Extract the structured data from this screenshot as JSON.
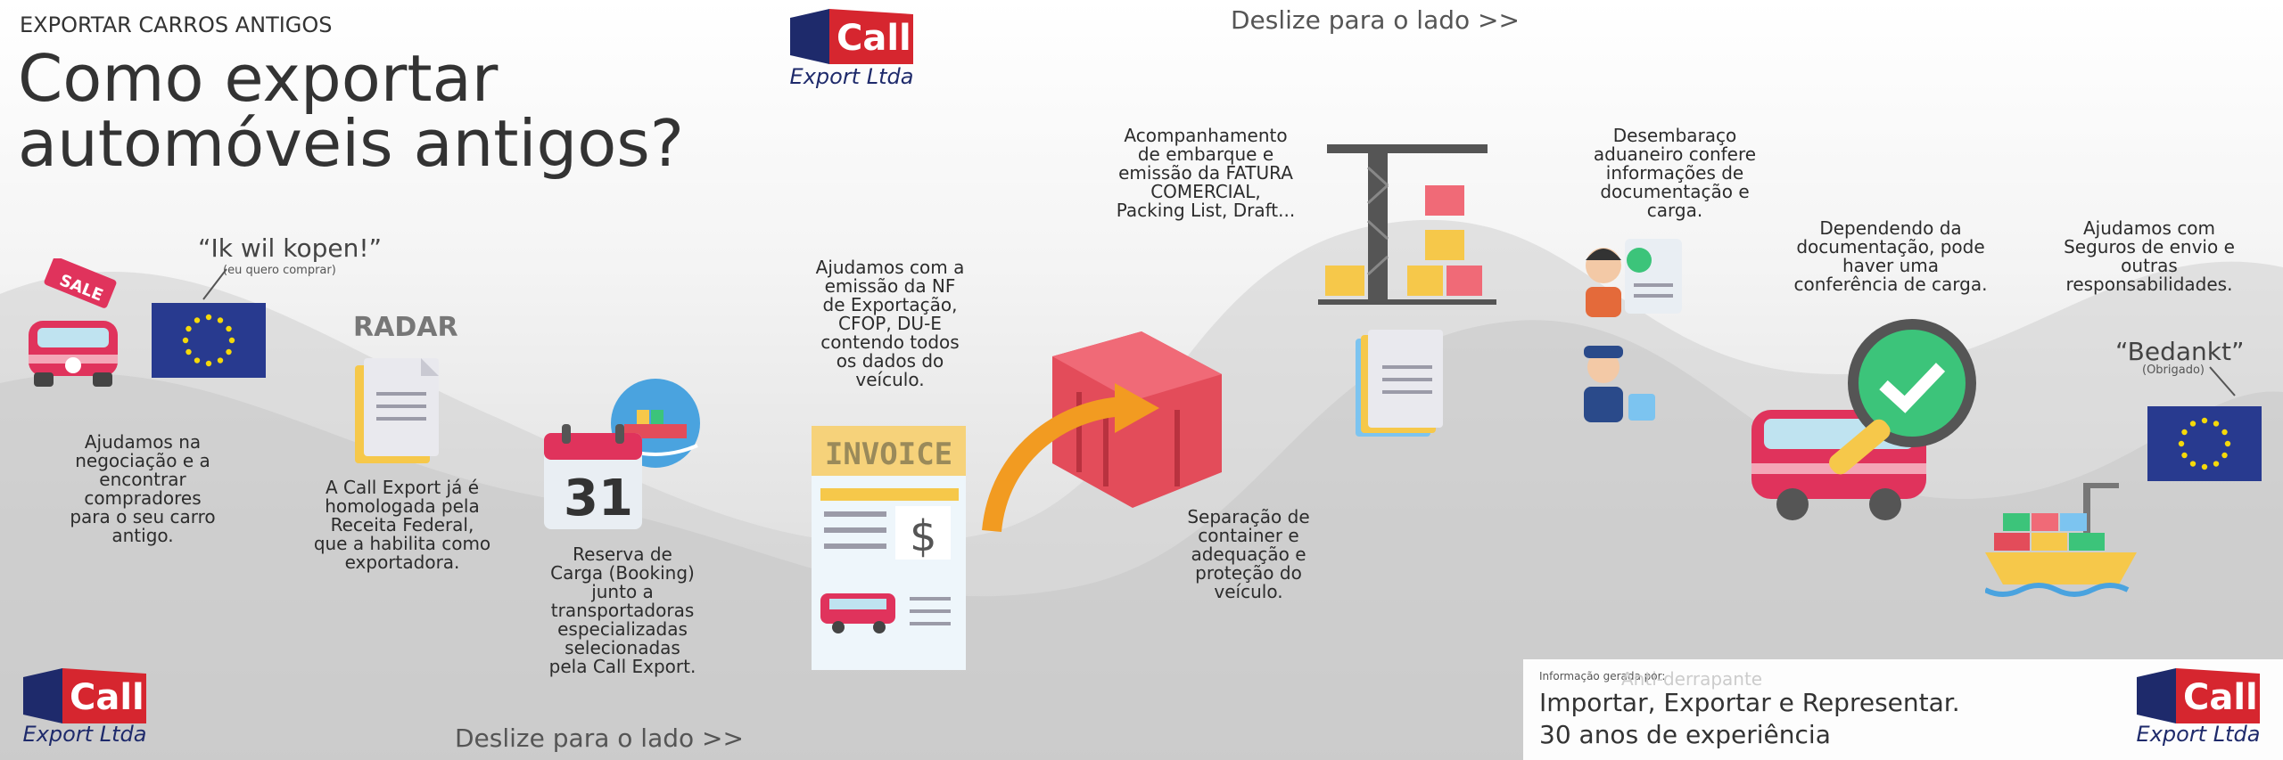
{
  "header": {
    "kicker": "EXPORTAR CARROS ANTIGOS",
    "title_line1": "Como exportar",
    "title_line2": "automóveis antigos?"
  },
  "logos": {
    "word": "Call",
    "sub": "Export Ltda"
  },
  "swipe_top": "Deslize para o lado >>",
  "swipe_bottom": "Deslize para o lado >>",
  "steps": {
    "quote1": "“Ik wil kopen!”",
    "quote1_sub": "(eu quero comprar)",
    "sale_tag": "SALE",
    "step1": [
      "Ajudamos na",
      "negociação e a",
      "encontrar",
      "compradores",
      "para o seu carro",
      "antigo."
    ],
    "radar": "RADAR",
    "step2": [
      "A Call Export já é",
      "homologada pela",
      "Receita Federal,",
      "que a habilita como",
      "exportadora."
    ],
    "calendar_day": "31",
    "step3": [
      "Reserva de",
      "Carga (Booking)",
      "junto a",
      "transportadoras",
      "especializadas",
      "selecionadas",
      "pela Call Export."
    ],
    "step4": [
      "Ajudamos com a",
      "emissão da NF",
      "de Exportação,",
      "CFOP, DU-E",
      "contendo todos",
      "os dados do",
      "veículo."
    ],
    "invoice": "INVOICE",
    "step5": [
      "Separação de",
      "container e",
      "adequação e",
      "proteção do",
      "veículo."
    ],
    "step6": [
      "Acompanhamento",
      "de embarque e",
      "emissão da FATURA",
      "COMERCIAL,",
      "Packing List, Draft..."
    ],
    "step7": [
      "Desembaraço",
      "aduaneiro confere",
      "informações de",
      "documentação e",
      "carga."
    ],
    "step8": [
      "Dependendo da",
      "documentação, pode",
      "haver uma",
      "conferência de carga."
    ],
    "step9": [
      "Ajudamos com",
      "Seguros de envio e",
      "outras",
      "responsabilidades."
    ],
    "quote2": "“Bedankt”",
    "quote2_sub": "(Obrigado)"
  },
  "footer": {
    "generated_by": "Informação gerada por:",
    "ghost": "Anti-derrapante",
    "line1": "Importar, Exportar e Representar.",
    "line2": "30 anos de experiência"
  },
  "colors": {
    "logo_red": "#d6262f",
    "logo_navy": "#1e2a6b",
    "eu_blue": "#283a8f",
    "eu_star": "#f5d90a",
    "container_red": "#e34c5a",
    "bus_pink": "#e0335c",
    "check_green": "#3cc47a"
  },
  "icons": [
    "sale-van-icon",
    "eu-flag-icon",
    "radar-document-icon",
    "calendar-icon",
    "ship-globe-icon",
    "invoice-icon",
    "container-arrow-icon",
    "crane-icon",
    "document-stack-icon",
    "customs-officer-icon",
    "magnifier-check-icon",
    "bus-icon",
    "cargo-ship-icon"
  ]
}
